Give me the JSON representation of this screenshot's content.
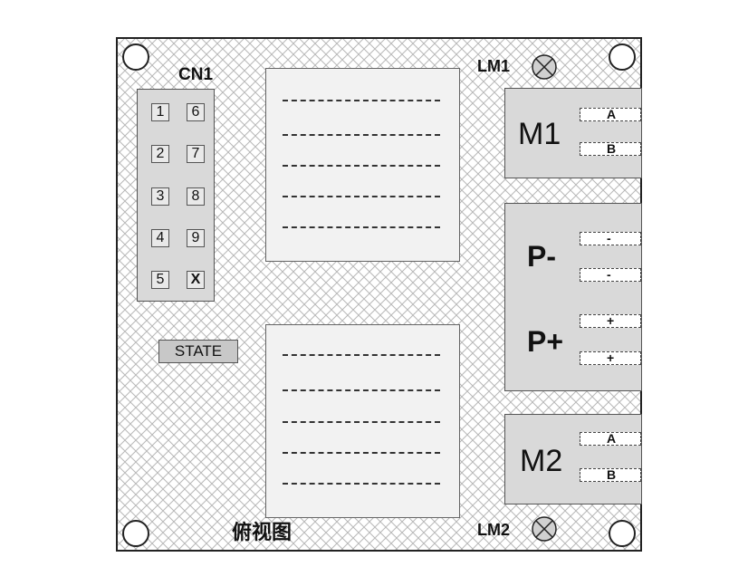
{
  "caption": "俯视图",
  "connector": {
    "title": "CN1",
    "pins_left": [
      "1",
      "2",
      "3",
      "4",
      "5"
    ],
    "pins_right": [
      "6",
      "7",
      "8",
      "9",
      "X"
    ]
  },
  "state_label": "STATE",
  "indicators": [
    {
      "label": "LM1",
      "icon": "indicator-lamp-icon"
    },
    {
      "label": "LM2",
      "icon": "indicator-lamp-icon"
    }
  ],
  "m1": {
    "label": "M1",
    "terminals": [
      "A",
      "B"
    ]
  },
  "power": {
    "minus_label": "P-",
    "plus_label": "P+",
    "terminals": [
      "-",
      "-",
      "+",
      "+"
    ]
  },
  "m2": {
    "label": "M2",
    "terminals": [
      "A",
      "B"
    ]
  },
  "colors": {
    "board_pattern": "#b8b8b8",
    "module_fill": "#d9d9d9",
    "panel_fill": "#f2f2f2",
    "state_fill": "#c8c8c8"
  }
}
